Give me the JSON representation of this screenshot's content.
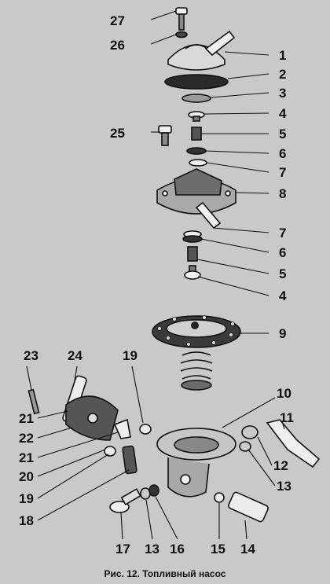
{
  "figure": {
    "caption": "Рис. 12. Топливный насос",
    "callouts": [
      "27",
      "26",
      "25",
      "1",
      "2",
      "3",
      "4",
      "5",
      "6",
      "7",
      "8",
      "7",
      "6",
      "5",
      "4",
      "9",
      "23",
      "24",
      "19",
      "10",
      "11",
      "21",
      "22",
      "21",
      "12",
      "20",
      "13",
      "19",
      "18",
      "17",
      "13",
      "16",
      "15",
      "14"
    ]
  }
}
